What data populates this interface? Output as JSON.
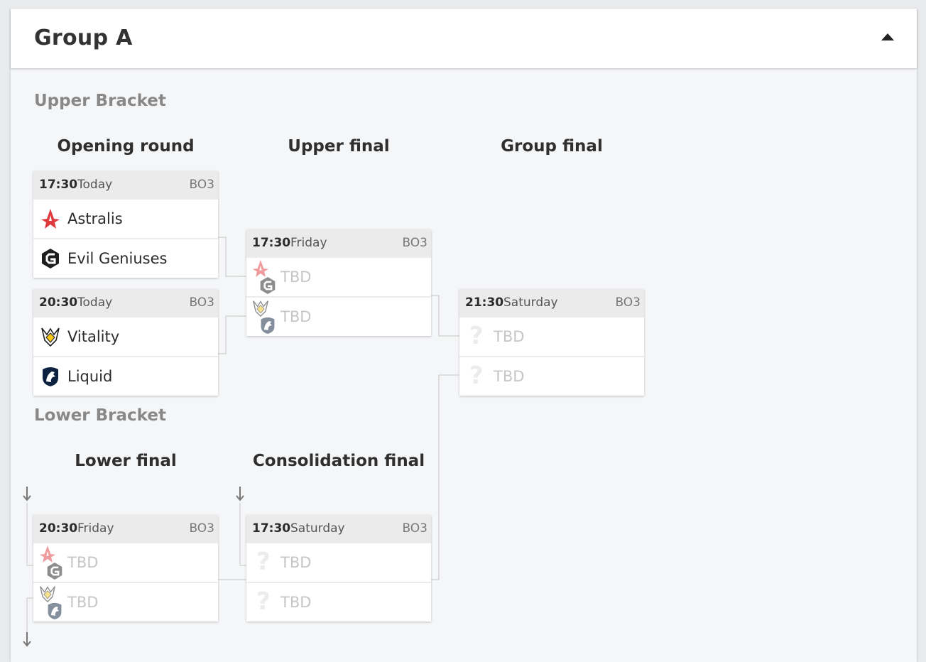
{
  "group": {
    "title": "Group A"
  },
  "upper": {
    "title": "Upper Bracket",
    "rounds": [
      "Opening round",
      "Upper final",
      "Group final"
    ],
    "matches": [
      {
        "time": "17:30",
        "day": "Today",
        "format": "BO3",
        "teams": [
          "Astralis",
          "Evil Geniuses"
        ]
      },
      {
        "time": "20:30",
        "day": "Today",
        "format": "BO3",
        "teams": [
          "Vitality",
          "Liquid"
        ]
      },
      {
        "time": "17:30",
        "day": "Friday",
        "format": "BO3",
        "teams": [
          "TBD",
          "TBD"
        ]
      },
      {
        "time": "21:30",
        "day": "Saturday",
        "format": "BO3",
        "teams": [
          "TBD",
          "TBD"
        ]
      }
    ]
  },
  "lower": {
    "title": "Lower Bracket",
    "rounds": [
      "Lower final",
      "Consolidation final"
    ],
    "matches": [
      {
        "time": "20:30",
        "day": "Friday",
        "format": "BO3",
        "teams": [
          "TBD",
          "TBD"
        ]
      },
      {
        "time": "17:30",
        "day": "Saturday",
        "format": "BO3",
        "teams": [
          "TBD",
          "TBD"
        ]
      }
    ]
  },
  "icons": {
    "collapse": "caret-up-icon",
    "unknown": "question-mark-icon",
    "arrow": "arrow-down-icon"
  },
  "colors": {
    "astralis": "#e03a3e",
    "evil_geniuses": "#1d1d1d",
    "vitality": "#f5c518",
    "liquid": "#0c223f",
    "tbd": "#c6c6c6"
  }
}
